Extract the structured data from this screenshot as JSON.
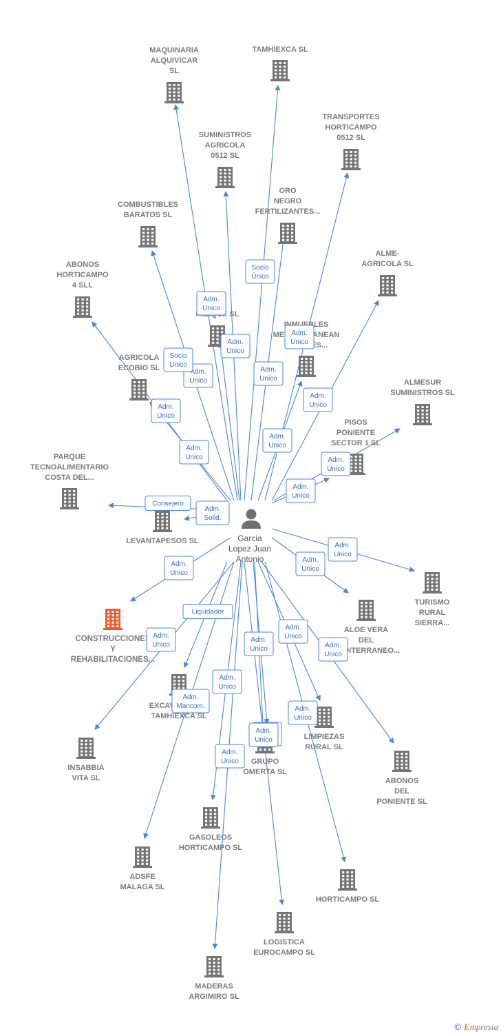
{
  "diagram": {
    "person": {
      "label": [
        "Garcia",
        "Lopez Juan",
        "Antonio"
      ]
    },
    "companies": [
      {
        "id": "maquinaria",
        "label": [
          "MAQUINARIA",
          "ALQUIVICAR",
          "SL"
        ],
        "highlight": false
      },
      {
        "id": "tamhiexca",
        "label": [
          "TAMHIEXCA SL"
        ],
        "highlight": false
      },
      {
        "id": "transportes",
        "label": [
          "TRANSPORTES",
          "HORTICAMPO",
          "0512 SL"
        ],
        "highlight": false
      },
      {
        "id": "suministros",
        "label": [
          "SUMINISTROS",
          "AGRICOLA",
          "0512 SL"
        ],
        "highlight": false
      },
      {
        "id": "oro",
        "label": [
          "ORO",
          "NEGRO",
          "FERTILIZANTES..."
        ],
        "highlight": false
      },
      {
        "id": "combustibles",
        "label": [
          "COMBUSTIBLES",
          "BARATOS SL"
        ],
        "highlight": false
      },
      {
        "id": "alme",
        "label": [
          "ALME-",
          "AGRICOLA SL"
        ],
        "highlight": false
      },
      {
        "id": "abonos4",
        "label": [
          "ABONOS",
          "HORTICAMPO",
          "4 SLL"
        ],
        "highlight": false
      },
      {
        "id": "ribique",
        "label": [
          "...ER",
          "RIBIQUE SL"
        ],
        "highlight": false
      },
      {
        "id": "inmuebles",
        "label": [
          "INMUEBLES",
          "MEDITERRANEAN",
          "RURALES..."
        ],
        "highlight": false
      },
      {
        "id": "ecobio",
        "label": [
          "AGRICOLA",
          "ECOBIO SL"
        ],
        "highlight": false
      },
      {
        "id": "almesur",
        "label": [
          "ALMESUR",
          "SUMINISTROS SL"
        ],
        "highlight": false
      },
      {
        "id": "pisos",
        "label": [
          "PISOS",
          "PONIENTE",
          "SECTOR 1 SL"
        ],
        "highlight": false
      },
      {
        "id": "parque",
        "label": [
          "PARQUE",
          "TECNOALIMENTARIO",
          "COSTA DEL..."
        ],
        "highlight": false
      },
      {
        "id": "levantapesos",
        "label": [
          "LEVANTAPESOS SL"
        ],
        "highlight": false
      },
      {
        "id": "turismo",
        "label": [
          "TURISMO",
          "RURAL",
          "SIERRA..."
        ],
        "highlight": false
      },
      {
        "id": "construcciones",
        "label": [
          "CONSTRUCCIONES",
          "Y",
          "REHABILITACIONES..."
        ],
        "highlight": true
      },
      {
        "id": "aloe",
        "label": [
          "ALOE VERA",
          "DEL",
          "MEDITERRANEO..."
        ],
        "highlight": false
      },
      {
        "id": "excavaciones",
        "label": [
          "EXCAVACIONES",
          "TAMHIEXCA SL"
        ],
        "highlight": false
      },
      {
        "id": "insabbia",
        "label": [
          "INSABBIA",
          "VITA SL"
        ],
        "highlight": false
      },
      {
        "id": "limpiezas",
        "label": [
          "LIMPIEZAS",
          "RURAL SL"
        ],
        "highlight": false
      },
      {
        "id": "grupo",
        "label": [
          "GRUPO",
          "OMERTA SL"
        ],
        "highlight": false
      },
      {
        "id": "abonos_poniente",
        "label": [
          "ABONOS",
          "DEL",
          "PONIENTE SL"
        ],
        "highlight": false
      },
      {
        "id": "gasoleos",
        "label": [
          "GASOLEOS",
          "HORTICAMPO SL"
        ],
        "highlight": false
      },
      {
        "id": "adsfe",
        "label": [
          "ADSFE",
          "MALAGA SL"
        ],
        "highlight": false
      },
      {
        "id": "horticampo",
        "label": [
          "HORTICAMPO SL"
        ],
        "highlight": false
      },
      {
        "id": "logistica",
        "label": [
          "LOGISTICA",
          "EUROCAMPO SL"
        ],
        "highlight": false
      },
      {
        "id": "maderas",
        "label": [
          "MADERAS",
          "ARGIMIRO SL"
        ],
        "highlight": false
      }
    ],
    "edges": [
      {
        "to": "maquinaria",
        "tag": [
          "Adm.",
          "Unico"
        ]
      },
      {
        "to": "tamhiexca",
        "tag": [
          "Socio",
          "Único"
        ]
      },
      {
        "to": "transportes",
        "tag": [
          "Adm.",
          "Unico"
        ]
      },
      {
        "to": "suministros",
        "tag": [
          "Adm.",
          "Unico"
        ]
      },
      {
        "to": "oro",
        "tag": [
          "Adm.",
          "Unico"
        ]
      },
      {
        "to": "combustibles",
        "tag": [
          "Adm.",
          "Unico"
        ]
      },
      {
        "to": "alme",
        "tag": [
          "Adm.",
          "Unico"
        ]
      },
      {
        "to": "abonos4",
        "tag": [
          "Adm.",
          "Unico"
        ]
      },
      {
        "to": "ribique",
        "tag": [
          "Socio",
          "Único"
        ]
      },
      {
        "to": "inmuebles",
        "tag": [
          "Adm.",
          "Unico"
        ]
      },
      {
        "to": "ecobio",
        "tag": [
          "Adm.",
          "Unico"
        ]
      },
      {
        "to": "almesur",
        "tag": [
          "Adm.",
          "Unico"
        ]
      },
      {
        "to": "pisos",
        "tag": [
          "Adm.",
          "Unico"
        ]
      },
      {
        "to": "parque",
        "tag": [
          "Consejero"
        ]
      },
      {
        "to": "levantapesos",
        "tag": [
          "Adm.",
          "Solid."
        ]
      },
      {
        "to": "turismo",
        "tag": [
          "Adm.",
          "Unico"
        ]
      },
      {
        "to": "construcciones",
        "tag": [
          "Adm.",
          "Unico"
        ]
      },
      {
        "to": "aloe",
        "tag": [
          "Adm.",
          "Unico"
        ]
      },
      {
        "to": "excavaciones",
        "tag": [
          "Liquidador"
        ]
      },
      {
        "to": "insabbia",
        "tag": [
          "Adm.",
          "Unico"
        ]
      },
      {
        "to": "limpiezas",
        "tag": [
          "Adm.",
          "Unico"
        ]
      },
      {
        "to": "grupo",
        "tag": [
          "Adm.",
          "Unico"
        ]
      },
      {
        "to": "abonos_poniente",
        "tag": [
          "Adm.",
          "Unico"
        ]
      },
      {
        "to": "gasoleos",
        "tag": [
          "Adm.",
          "Unico"
        ]
      },
      {
        "to": "adsfe",
        "tag": [
          "Adm.",
          "Mancom."
        ]
      },
      {
        "to": "horticampo",
        "tag": [
          "Adm.",
          "Unico"
        ]
      },
      {
        "to": "logistica",
        "tag": [
          "Adm.",
          "Unico"
        ]
      },
      {
        "to": "maderas",
        "tag": [
          "Adm.",
          "Unico"
        ]
      },
      {
        "to": "grupo",
        "tag": [
          "Adm.",
          "Unico"
        ]
      }
    ],
    "colors": {
      "edge": "#4a86d8",
      "building": "#757575",
      "building_highlight": "#f05a28",
      "label": "#7a7a7a",
      "person_icon": "#6f6f6f"
    }
  },
  "footer": {
    "copyright_symbol": "©",
    "brand_first": "E",
    "brand_rest": "mpresia"
  }
}
